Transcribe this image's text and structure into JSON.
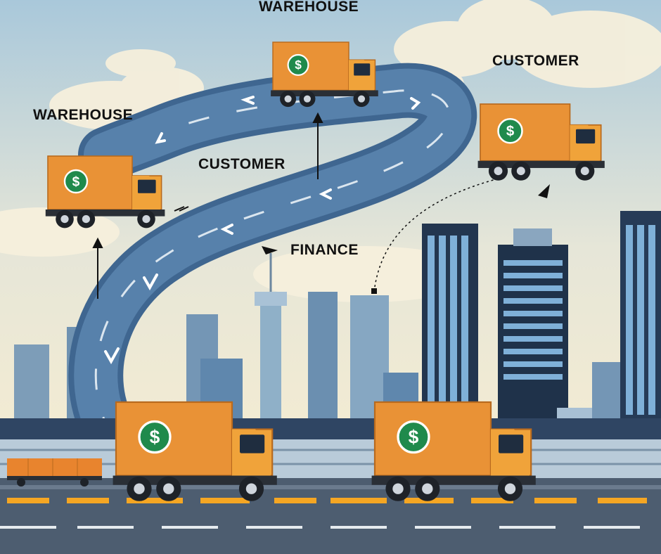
{
  "labels": {
    "warehouse_top": "WAREHOUSE",
    "warehouse_left": "WAREHOUSE",
    "customer_right": "CUSTOMER",
    "customer_middle": "CUSTOMER",
    "finance": "FINANCE"
  },
  "colors": {
    "sky": "#b9d3e0",
    "sky_light": "#f3ecd6",
    "road_path": "#4f7aa5",
    "road_path_dark": "#3f6690",
    "truck_box": "#e99236",
    "truck_cab": "#f0a33a",
    "dollar_badge": "#1f8a4c",
    "buildings_dark": "#23364f",
    "buildings_mid": "#5f87ad",
    "highway": "#4d5d70",
    "lane_yellow": "#f5a623"
  },
  "icons": [
    "dollar-badge-icon",
    "truck-icon",
    "arrow-up-icon",
    "chevron-icon",
    "flag-icon"
  ]
}
